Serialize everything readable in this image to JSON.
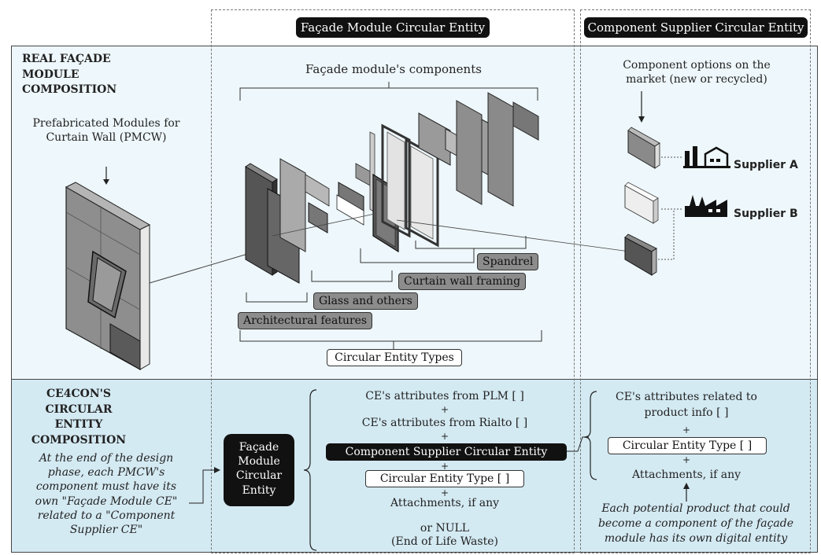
{
  "headers": {
    "facade_module_ce": "Façade Module Circular Entity",
    "component_supplier_ce": "Component Supplier Circular Entity"
  },
  "top": {
    "section_title": "REAL FAÇADE MODULE COMPOSITION",
    "pmcw_label": "Prefabricated Modules for Curtain Wall (PMCW)",
    "components_title": "Façade module's components",
    "component_groups": {
      "spandrel": "Spandrel",
      "curtain_wall_framing": "Curtain wall framing",
      "glass_and_others": "Glass and others",
      "architectural_features": "Architectural features"
    },
    "circular_entity_types": "Circular Entity Types",
    "market_options": "Component options on the market (new or recycled)",
    "supplier_a": "Supplier A",
    "supplier_b": "Supplier B"
  },
  "bottom": {
    "section_title": "CE4CON'S CIRCULAR ENTITY COMPOSITION",
    "design_note": "At the end of the design phase, each PMCW's component must have its own \"Façade Module CE\" related to a \"Component Supplier CE\"",
    "facade_module_ce_box": "Façade Module Circular Entity",
    "middle": {
      "attr_plm": "CE's attributes from PLM [ ]",
      "plus": "+",
      "attr_rialto": "CE's attributes from Rialto [ ]",
      "component_supplier_ce": "Component Supplier Circular Entity",
      "circular_entity_type": "Circular Entity Type [ ]",
      "attachments": "Attachments, if any",
      "or_null": "or NULL",
      "end_of_life": "(End of Life Waste)"
    },
    "right": {
      "attr_product_info": "CE's attributes related to product info [ ]",
      "plus": "+",
      "circular_entity_type": "Circular Entity Type [ ]",
      "attachments": "Attachments, if any",
      "product_note": "Each potential product that could become a component of the façade module has its own digital entity"
    }
  }
}
